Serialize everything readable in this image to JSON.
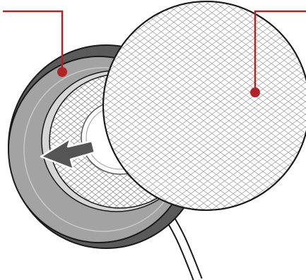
{
  "illustration": {
    "callouts": [
      {
        "id": "earpad-ring",
        "label": ""
      },
      {
        "id": "mesh-cover",
        "label": ""
      }
    ],
    "action": "remove-direction-arrow",
    "colors": {
      "callout": "#b02428",
      "outline": "#1a1a1a",
      "ring_fill": "#a3a3a3",
      "ring_inner_edge": "#d6d6d6",
      "mesh_stroke": "#9a9a9a",
      "mesh_background": "#ffffff",
      "arrow": "#555555",
      "cable": "#ffffff"
    }
  }
}
